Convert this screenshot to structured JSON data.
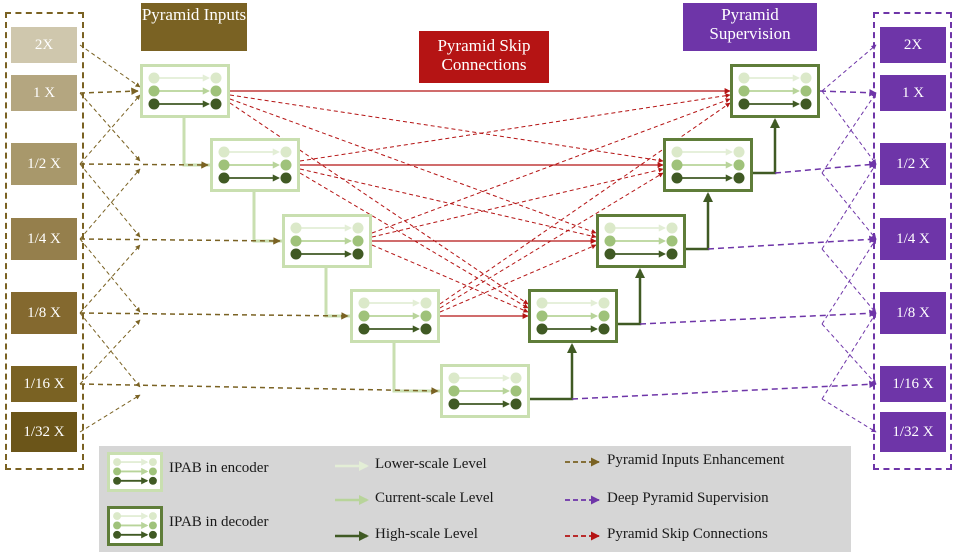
{
  "titles": {
    "pyramid_inputs": "Pyramid Inputs",
    "pyramid_skip": "Pyramid Skip Connections",
    "pyramid_supervision": "Pyramid Supervision"
  },
  "left_scales": [
    "2X",
    "1 X",
    "1/2 X",
    "1/4 X",
    "1/8 X",
    "1/16 X",
    "1/32 X"
  ],
  "right_scales": [
    "2X",
    "1 X",
    "1/2 X",
    "1/4 X",
    "1/8 X",
    "1/16 X",
    "1/32 X"
  ],
  "legend": {
    "encoder": "IPAB in encoder",
    "decoder": "IPAB in decoder",
    "lower": "Lower-scale Level",
    "current": "Current-scale Level",
    "high": "High-scale Level",
    "inputs_enh": "Pyramid Inputs Enhancement",
    "deep_sup": "Deep Pyramid Supervision",
    "skip": "Pyramid Skip Connections"
  },
  "colors": {
    "brown": "#7a6223",
    "purple": "#6e35a8",
    "red": "#b51414",
    "enc_border": "#c9dfb0",
    "dec_border": "#5f7d39",
    "dot_light": "#dbe9c9",
    "dot_mid": "#9fc27a",
    "dot_dark": "#405a24",
    "legend_bg": "#d6d6d6"
  }
}
